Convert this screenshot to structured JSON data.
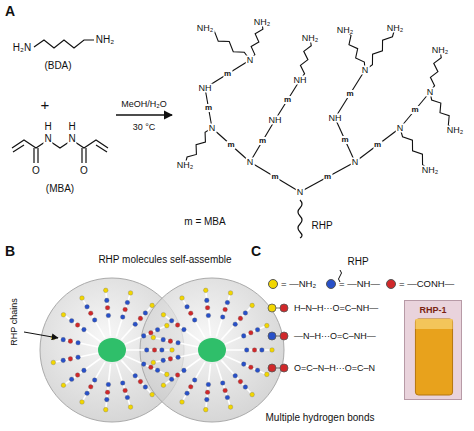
{
  "diagram": {
    "nodes": [
      {
        "text": [
          "RHP-1"
        ]
      }
    ],
    "labels": [
      "A",
      "H₂N",
      "NH₂",
      "(BDA)",
      "+",
      "O",
      "O",
      "N",
      "H",
      "N",
      "H",
      "(MBA)",
      "MeOH/H₂O",
      "30 °C",
      "N",
      "N",
      "N",
      "N",
      "NH",
      "NH",
      "N",
      "NH",
      "N",
      "NH",
      "N",
      "N",
      "NH₂",
      "NH₂",
      "NH₂",
      "NH₂",
      "NH₂",
      "NH₂",
      "NH₂",
      "NH₂",
      "NH₂",
      "m",
      "m",
      "m",
      "m",
      "m",
      "m",
      "m",
      "m",
      "m",
      "m",
      "m",
      "m = MBA",
      "RHP",
      "B",
      "RHP molecules self-assemble",
      "RHP chains",
      "C",
      "RHP",
      "H–N–H···O=C–NH—",
      "—N–H···O=C–NH—",
      "O=C–N–H···O=C–N",
      "Multiple hydrogen bonds"
    ],
    "legend": [
      {
        "text": "= —NH₂",
        "color": "#f2d600"
      },
      {
        "text": "= —NH—",
        "color": "#2850c8"
      },
      {
        "text": "= —CONH—",
        "color": "#d0282a"
      }
    ]
  }
}
